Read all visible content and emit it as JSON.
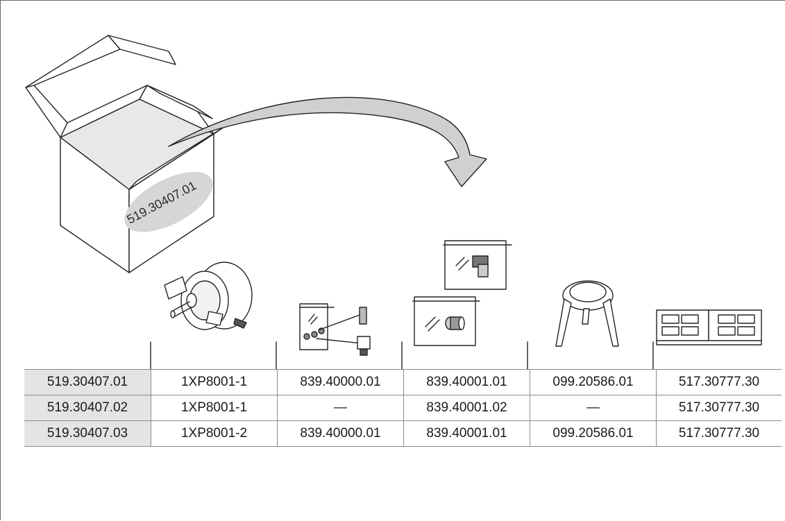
{
  "box_label": "519.30407.01",
  "table": {
    "rows": [
      {
        "code": "519.30407.01",
        "cells": [
          "1XP8001-1",
          "839.40000.01",
          "839.40001.01",
          "099.20586.01",
          "517.30777.30"
        ]
      },
      {
        "code": "519.30407.02",
        "cells": [
          "1XP8001-1",
          "—",
          "839.40001.02",
          "—",
          "517.30777.30"
        ]
      },
      {
        "code": "519.30407.03",
        "cells": [
          "1XP8001-2",
          "839.40000.01",
          "839.40001.01",
          "099.20586.01",
          "517.30777.30"
        ]
      }
    ]
  },
  "icons": [
    "open-box-icon",
    "curved-arrow-icon",
    "encoder-icon",
    "screw-bag-icon",
    "connector-bag-icon",
    "plug-bag-icon",
    "tripod-stand-icon",
    "manual-book-icon"
  ]
}
